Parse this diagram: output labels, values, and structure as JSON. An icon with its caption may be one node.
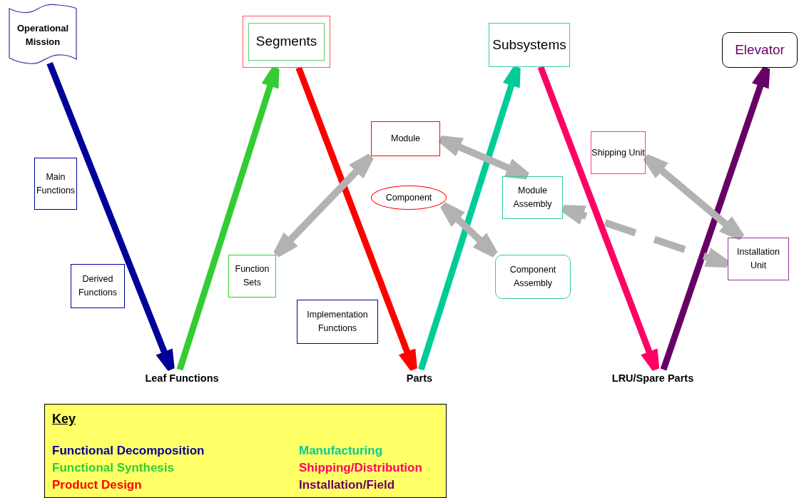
{
  "diagram": {
    "nodes": [
      {
        "text": [
          "Operational Mission"
        ]
      },
      {
        "text": [
          "Segments"
        ]
      },
      {
        "text": [
          "Subsystems"
        ]
      },
      {
        "text": [
          "Elevator"
        ]
      },
      {
        "text": [
          "Main Functions"
        ]
      },
      {
        "text": [
          "Derived Functions"
        ]
      },
      {
        "text": [
          "Leaf Functions"
        ]
      },
      {
        "text": [
          "Function Sets"
        ]
      },
      {
        "text": [
          "Implementation Functions"
        ]
      },
      {
        "text": [
          "Module"
        ]
      },
      {
        "text": [
          "Component"
        ]
      },
      {
        "text": [
          "Parts"
        ]
      },
      {
        "text": [
          "Module Assembly"
        ]
      },
      {
        "text": [
          "Component Assembly"
        ]
      },
      {
        "text": [
          "Shipping Unit"
        ]
      },
      {
        "text": [
          "Installation Unit"
        ]
      },
      {
        "text": [
          "LRU/Spare Parts"
        ]
      }
    ],
    "edges": [
      {
        "from": 0,
        "to": 6,
        "arrow": "to",
        "color": "#000099"
      },
      {
        "from": 6,
        "to": 1,
        "arrow": "to",
        "color": "#33cc33"
      },
      {
        "from": 1,
        "to": 11,
        "arrow": "to",
        "color": "#ff0000"
      },
      {
        "from": 11,
        "to": 2,
        "arrow": "to",
        "color": "#00cc99"
      },
      {
        "from": 2,
        "to": 16,
        "arrow": "to",
        "color": "#ff0066"
      },
      {
        "from": 16,
        "to": 3,
        "arrow": "to",
        "color": "#660066"
      },
      {
        "from": 7,
        "to": 9,
        "arrow": "both",
        "color": "#b2b2b2"
      },
      {
        "from": 9,
        "to": 12,
        "arrow": "both",
        "color": "#b2b2b2"
      },
      {
        "from": 10,
        "to": 13,
        "arrow": "both",
        "color": "#b2b2b2"
      },
      {
        "from": 12,
        "to": 15,
        "arrow": "both",
        "style": "dashed",
        "color": "#b2b2b2"
      },
      {
        "from": 14,
        "to": 15,
        "arrow": "both",
        "color": "#b2b2b2"
      }
    ],
    "labels": [
      "Key"
    ],
    "legend": [
      {
        "text": "Functional Decomposition",
        "color": "#000099"
      },
      {
        "text": "Functional Synthesis",
        "color": "#33cc33"
      },
      {
        "text": "Product Design",
        "color": "#ff0000"
      },
      {
        "text": "Manufacturing",
        "color": "#00cc99"
      },
      {
        "text": "Shipping/Distribution",
        "color": "#ff0066"
      },
      {
        "text": "Installation/Field",
        "color": "#660066"
      }
    ]
  }
}
